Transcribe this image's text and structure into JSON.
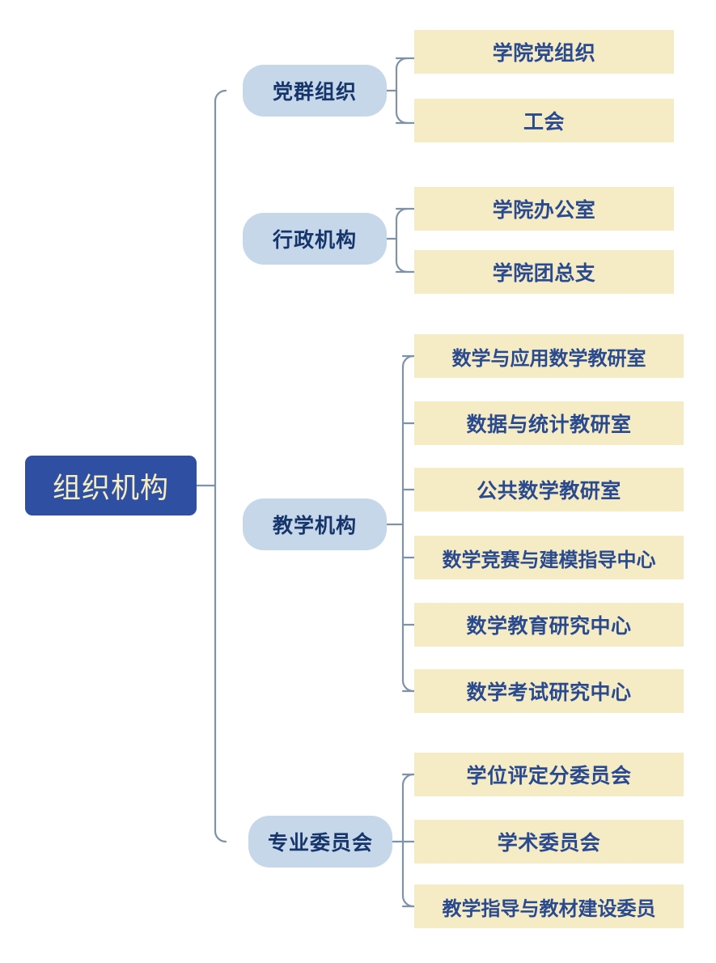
{
  "diagram": {
    "type": "org-chart",
    "orientation": "left-to-right",
    "title": "组织机构",
    "colors": {
      "root_fill": "#2f4fa2",
      "root_text": "#f6edc0",
      "branch_fill": "#c6d7ea",
      "branch_text": "#15356b",
      "leaf_fill": "#f5ecc6",
      "leaf_text": "#2a4a8f",
      "connector": "#7e92aa",
      "background": "#ffffff"
    }
  },
  "root": {
    "label": "组织机构"
  },
  "branches": [
    {
      "label": "党群组织",
      "children": [
        {
          "label": "学院党组织"
        },
        {
          "label": "工会"
        }
      ]
    },
    {
      "label": "行政机构",
      "children": [
        {
          "label": "学院办公室"
        },
        {
          "label": "学院团总支"
        }
      ]
    },
    {
      "label": "教学机构",
      "children": [
        {
          "label": "数学与应用数学教研室"
        },
        {
          "label": "数据与统计教研室"
        },
        {
          "label": "公共数学教研室"
        },
        {
          "label": "数学竞赛与建模指导中心"
        },
        {
          "label": "数学教育研究中心"
        },
        {
          "label": "数学考试研究中心"
        }
      ]
    },
    {
      "label": "专业委员会",
      "children": [
        {
          "label": "学位评定分委员会"
        },
        {
          "label": "学术委员会"
        },
        {
          "label": "教学指导与教材建设委员"
        }
      ]
    }
  ]
}
